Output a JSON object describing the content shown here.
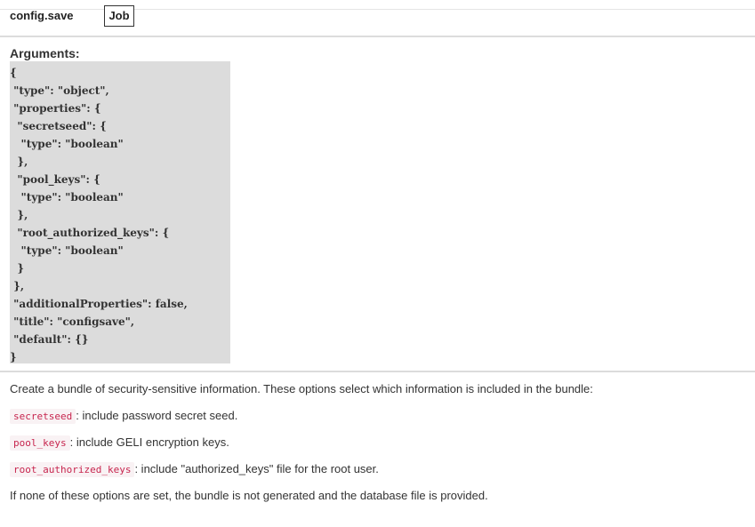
{
  "method": {
    "name": "config.save",
    "badge": "Job"
  },
  "arguments": {
    "label": "Arguments:",
    "schema_lines": [
      "{",
      " \"type\": \"object\",",
      " \"properties\": {",
      "  \"secretseed\": {",
      "   \"type\": \"boolean\"",
      "  },",
      "  \"pool_keys\": {",
      "   \"type\": \"boolean\"",
      "  },",
      "  \"root_authorized_keys\": {",
      "   \"type\": \"boolean\"",
      "  }",
      " },",
      " \"additionalProperties\": false,",
      " \"title\": \"configsave\",",
      " \"default\": {}",
      "}"
    ]
  },
  "description": {
    "intro": "Create a bundle of security-sensitive information. These options select which information is included in the bundle:",
    "options": [
      {
        "code": "secretseed",
        "text": ": include password secret seed."
      },
      {
        "code": "pool_keys",
        "text": ": include GELI encryption keys."
      },
      {
        "code": "root_authorized_keys",
        "text": ": include \"authorized_keys\" file for the root user."
      }
    ],
    "outro": "If none of these options are set, the bundle is not generated and the database file is provided."
  }
}
